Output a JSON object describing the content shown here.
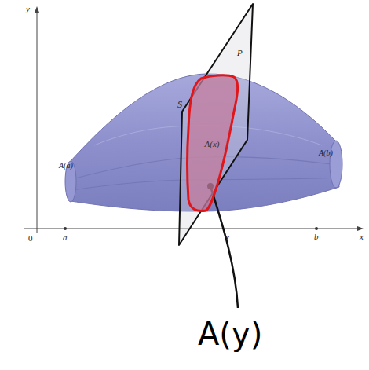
{
  "diagram": {
    "nodes": [
      {
        "text": [
          "A(x)"
        ]
      }
    ],
    "labels": [
      "y",
      "x",
      "0",
      "a",
      "x",
      "b",
      "S",
      "P",
      "A(a)",
      "A(b)",
      "A(y)"
    ]
  }
}
